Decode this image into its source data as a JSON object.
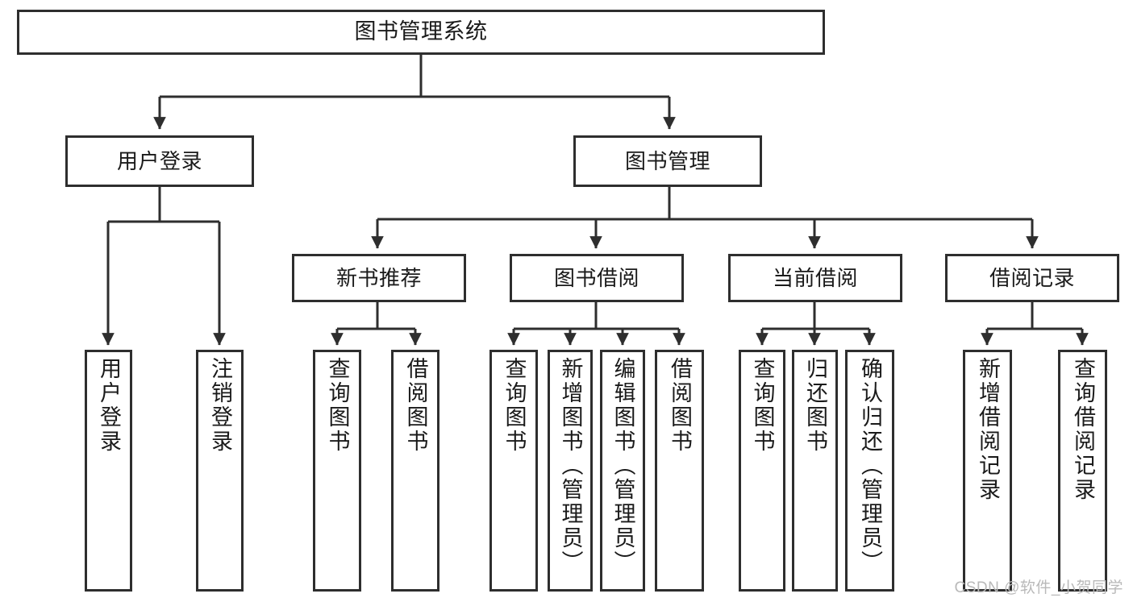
{
  "diagram": {
    "type": "tree-hierarchy",
    "title": "图书管理系统",
    "watermark": "CSDN @软件_小贺同学",
    "colors": {
      "box_border": "#2e2e2e",
      "box_fill": "#ffffff",
      "connector": "#2e2e2e",
      "text": "#1a1a1a",
      "watermark": "#b9b9b9"
    },
    "levels": {
      "root": {
        "label": "图书管理系统"
      },
      "level2": [
        {
          "label": "用户登录"
        },
        {
          "label": "图书管理"
        }
      ],
      "level3": [
        {
          "label": "新书推荐"
        },
        {
          "label": "图书借阅"
        },
        {
          "label": "当前借阅"
        },
        {
          "label": "借阅记录"
        }
      ],
      "leaves": [
        {
          "label": "用户登录",
          "parent": "用户登录"
        },
        {
          "label": "注销登录",
          "parent": "用户登录"
        },
        {
          "label": "查询图书",
          "parent": "新书推荐"
        },
        {
          "label": "借阅图书",
          "parent": "新书推荐"
        },
        {
          "label": "查询图书",
          "parent": "图书借阅"
        },
        {
          "label": "新增图书（管理员）",
          "parent": "图书借阅"
        },
        {
          "label": "编辑图书（管理员）",
          "parent": "图书借阅"
        },
        {
          "label": "借阅图书",
          "parent": "图书借阅"
        },
        {
          "label": "查询图书",
          "parent": "当前借阅"
        },
        {
          "label": "归还图书",
          "parent": "当前借阅"
        },
        {
          "label": "确认归还（管理员）",
          "parent": "当前借阅"
        },
        {
          "label": "新增借阅记录",
          "parent": "借阅记录"
        },
        {
          "label": "查询借阅记录",
          "parent": "借阅记录"
        }
      ]
    }
  }
}
